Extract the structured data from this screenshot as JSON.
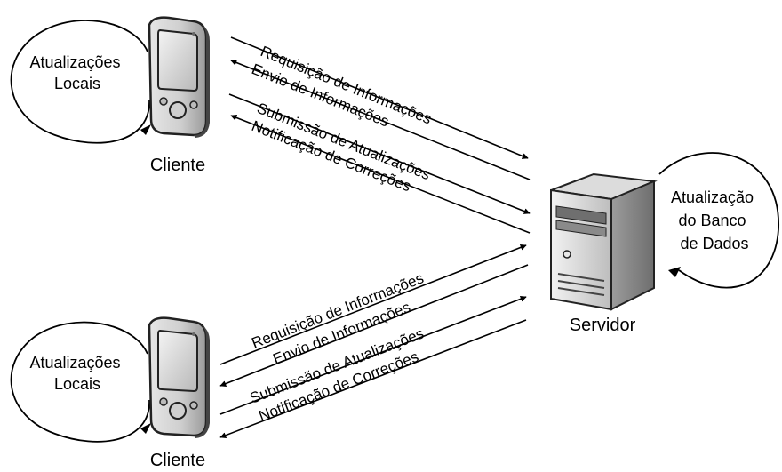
{
  "clients": [
    {
      "device_label": "Cliente",
      "loop_label": [
        "Atualizações",
        "Locais"
      ]
    },
    {
      "device_label": "Cliente",
      "loop_label": [
        "Atualizações",
        "Locais"
      ]
    }
  ],
  "server": {
    "device_label": "Servidor",
    "loop_label": [
      "Atualização",
      "do Banco",
      "de Dados"
    ]
  },
  "messages_top": [
    "Requisição de Informações",
    "Envio de Informações",
    "Submissão de Atualizações",
    "Notificação de Correções"
  ],
  "messages_bottom": [
    "Requisição de Informações",
    "Envio de Informações",
    "Submissão de Atualizações",
    "Notificação de Correções"
  ]
}
